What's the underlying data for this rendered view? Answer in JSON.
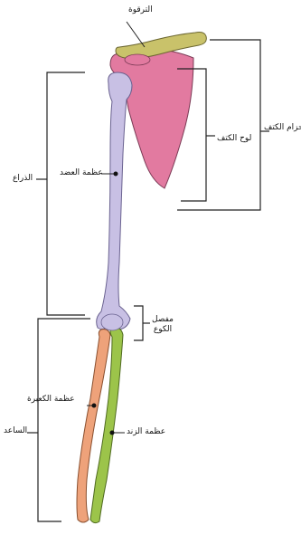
{
  "labels": {
    "clavicle": "الترقوة",
    "scapula": "لوح الكتف",
    "shoulder_girdle": "حزام الكتف",
    "humerus": "عظمة العضد",
    "arm": "الذراع",
    "elbow_line1": "مفصل",
    "elbow_line2": "الكوع",
    "radius": "عظمة الكعبرة",
    "forearm": "الساعد",
    "ulna": "عظمة الزند"
  },
  "colors": {
    "clavicle": "#c9c26a",
    "scapula": "#e27aa0",
    "humerus": "#c8c0e4",
    "radius": "#eea27a",
    "ulna": "#9cc44a",
    "outline": "#555555",
    "bracket": "#222222"
  }
}
